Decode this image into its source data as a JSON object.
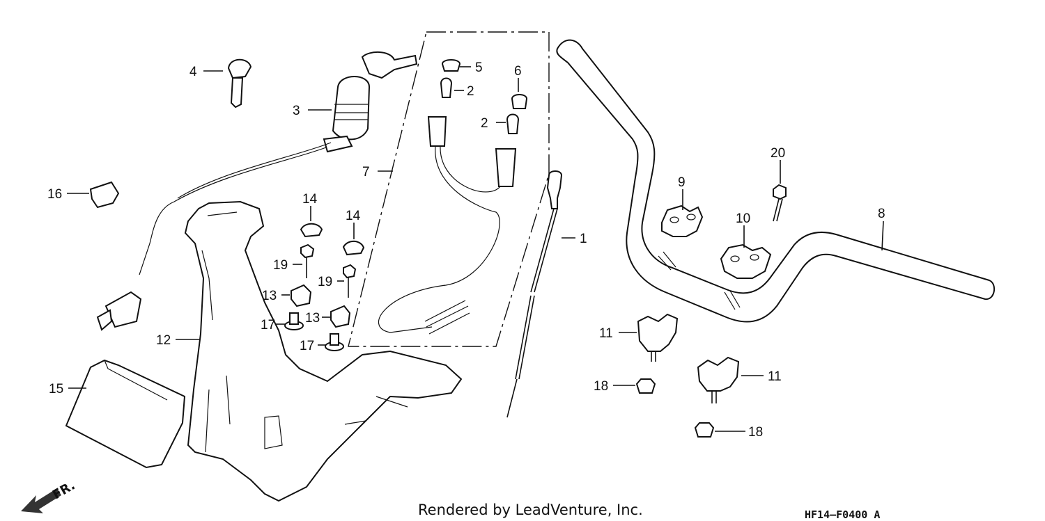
{
  "diagram": {
    "callouts": [
      {
        "id": "c1",
        "label": "1"
      },
      {
        "id": "c2a",
        "label": "2"
      },
      {
        "id": "c2b",
        "label": "2"
      },
      {
        "id": "c3",
        "label": "3"
      },
      {
        "id": "c4",
        "label": "4"
      },
      {
        "id": "c5",
        "label": "5"
      },
      {
        "id": "c6",
        "label": "6"
      },
      {
        "id": "c7",
        "label": "7"
      },
      {
        "id": "c8",
        "label": "8"
      },
      {
        "id": "c9",
        "label": "9"
      },
      {
        "id": "c10",
        "label": "10"
      },
      {
        "id": "c11a",
        "label": "11"
      },
      {
        "id": "c11b",
        "label": "11"
      },
      {
        "id": "c12",
        "label": "12"
      },
      {
        "id": "c13a",
        "label": "13"
      },
      {
        "id": "c13b",
        "label": "13"
      },
      {
        "id": "c14a",
        "label": "14"
      },
      {
        "id": "c14b",
        "label": "14"
      },
      {
        "id": "c15",
        "label": "15"
      },
      {
        "id": "c16",
        "label": "16"
      },
      {
        "id": "c17a",
        "label": "17"
      },
      {
        "id": "c17b",
        "label": "17"
      },
      {
        "id": "c18a",
        "label": "18"
      },
      {
        "id": "c18b",
        "label": "18"
      },
      {
        "id": "c19a",
        "label": "19"
      },
      {
        "id": "c19b",
        "label": "19"
      },
      {
        "id": "c20",
        "label": "20"
      }
    ],
    "direction_label": "FR.",
    "footer_credit": "Rendered by LeadVenture, Inc.",
    "diagram_code": "HF14–F0400 A"
  }
}
